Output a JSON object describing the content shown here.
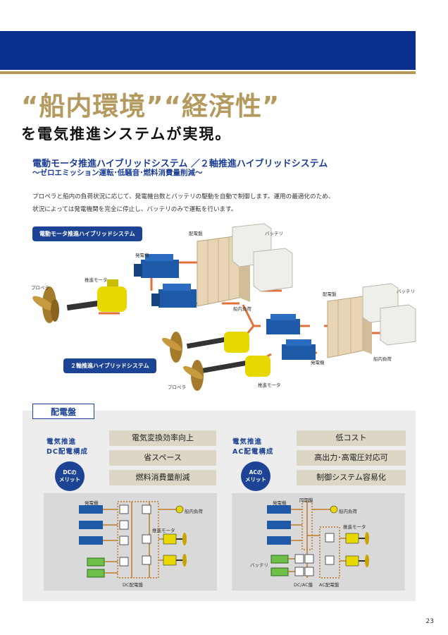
{
  "header": {
    "headline": "“船内環境”“経済性”",
    "subheadline": "を電気推進システムが実現。"
  },
  "section": {
    "title": "電動モータ推進ハイブリッドシステム ／２軸推進ハイブリッドシステム",
    "subtitle": "～ゼロエミッション運転･低騒音･燃料消費量削減～",
    "body_lines": [
      "プロペラと船内の負荷状況に応じて、発電機台数とバッテリの駆動を自動で制御します。運用の最適化のため、",
      "状況によっては発電機関を完全に停止し、バッテリのみで運転を行います。"
    ]
  },
  "illustration": {
    "top_system_label": "電動モータ推進ハイブリッドシステム",
    "bottom_system_label": "２軸推進ハイブリッドシステム",
    "top": {
      "switchboard": "配電盤",
      "battery": "バッテリ",
      "generator": "発電機",
      "motor": "推進モータ",
      "propeller": "プロペラ",
      "ship_load": "船内負荷"
    },
    "bottom": {
      "switchboard": "配電盤",
      "battery": "バッテリ",
      "generator": "発電機",
      "motor": "推進モータ",
      "propeller": "プロペラ",
      "ship_load": "船内負荷"
    }
  },
  "switchboard": {
    "tab_label": "配電盤",
    "dc": {
      "title_line1": "電気推進",
      "title_line2": "DC配電構成",
      "merit_line1": "DCの",
      "merit_line2": "メリット",
      "benefits": [
        "電気変換効率向上",
        "省スペース",
        "燃料消費量削減"
      ],
      "diagram": {
        "generator": "発電機",
        "ship_load": "船内負荷",
        "motor": "推進モータ",
        "switchboard": "DC配電盤"
      }
    },
    "ac": {
      "title_line1": "電気推進",
      "title_line2": "AC配電構成",
      "merit_line1": "ACの",
      "merit_line2": "メリット",
      "benefits": [
        "低コスト",
        "高出力･高電圧対応可",
        "制御システム容易化"
      ],
      "diagram": {
        "generator": "発電機",
        "sync_panel": "同期盤",
        "ship_load": "船内負荷",
        "motor": "推進モータ",
        "battery": "バッテリ",
        "dcac_panel": "DC/AC盤",
        "ac_switchboard": "AC配電盤"
      }
    }
  },
  "page_number": "23",
  "colors": {
    "navy": "#0a2f8f",
    "gold": "#b49a5e",
    "accent_blue": "#1d4394",
    "cable_orange": "#e0703a",
    "motor_yellow": "#e6d800",
    "propeller_bronze": "#a57a2a",
    "benefit_beige": "#dcd6c5"
  }
}
